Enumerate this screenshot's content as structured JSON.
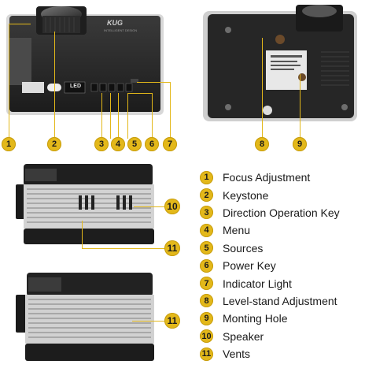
{
  "brand": {
    "logo_text": "KUG",
    "subline": "INTELLIGENT DESIGN",
    "led_text": "LED"
  },
  "legend": {
    "items": [
      {
        "num": "1",
        "label": "Focus Adjustment"
      },
      {
        "num": "2",
        "label": "Keystone"
      },
      {
        "num": "3",
        "label": "Direction Operation Key"
      },
      {
        "num": "4",
        "label": "Menu"
      },
      {
        "num": "5",
        "label": "Sources"
      },
      {
        "num": "6",
        "label": "Power Key"
      },
      {
        "num": "7",
        "label": "Indicator Light"
      },
      {
        "num": "8",
        "label": "Level-stand Adjustment"
      },
      {
        "num": "9",
        "label": "Monting Hole"
      },
      {
        "num": "10",
        "label": "Speaker"
      },
      {
        "num": "11",
        "label": "Vents"
      }
    ]
  },
  "callouts": {
    "top_left": [
      "1",
      "2",
      "3",
      "4",
      "5",
      "6",
      "7"
    ],
    "top_right": [
      "8",
      "9"
    ],
    "mid_left": [
      "10",
      "11"
    ],
    "bottom_left": [
      "11"
    ]
  },
  "colors": {
    "accent": "#e3b81a",
    "projector_body": "#2a2a2a",
    "projector_silver": "#c9c9c9"
  }
}
